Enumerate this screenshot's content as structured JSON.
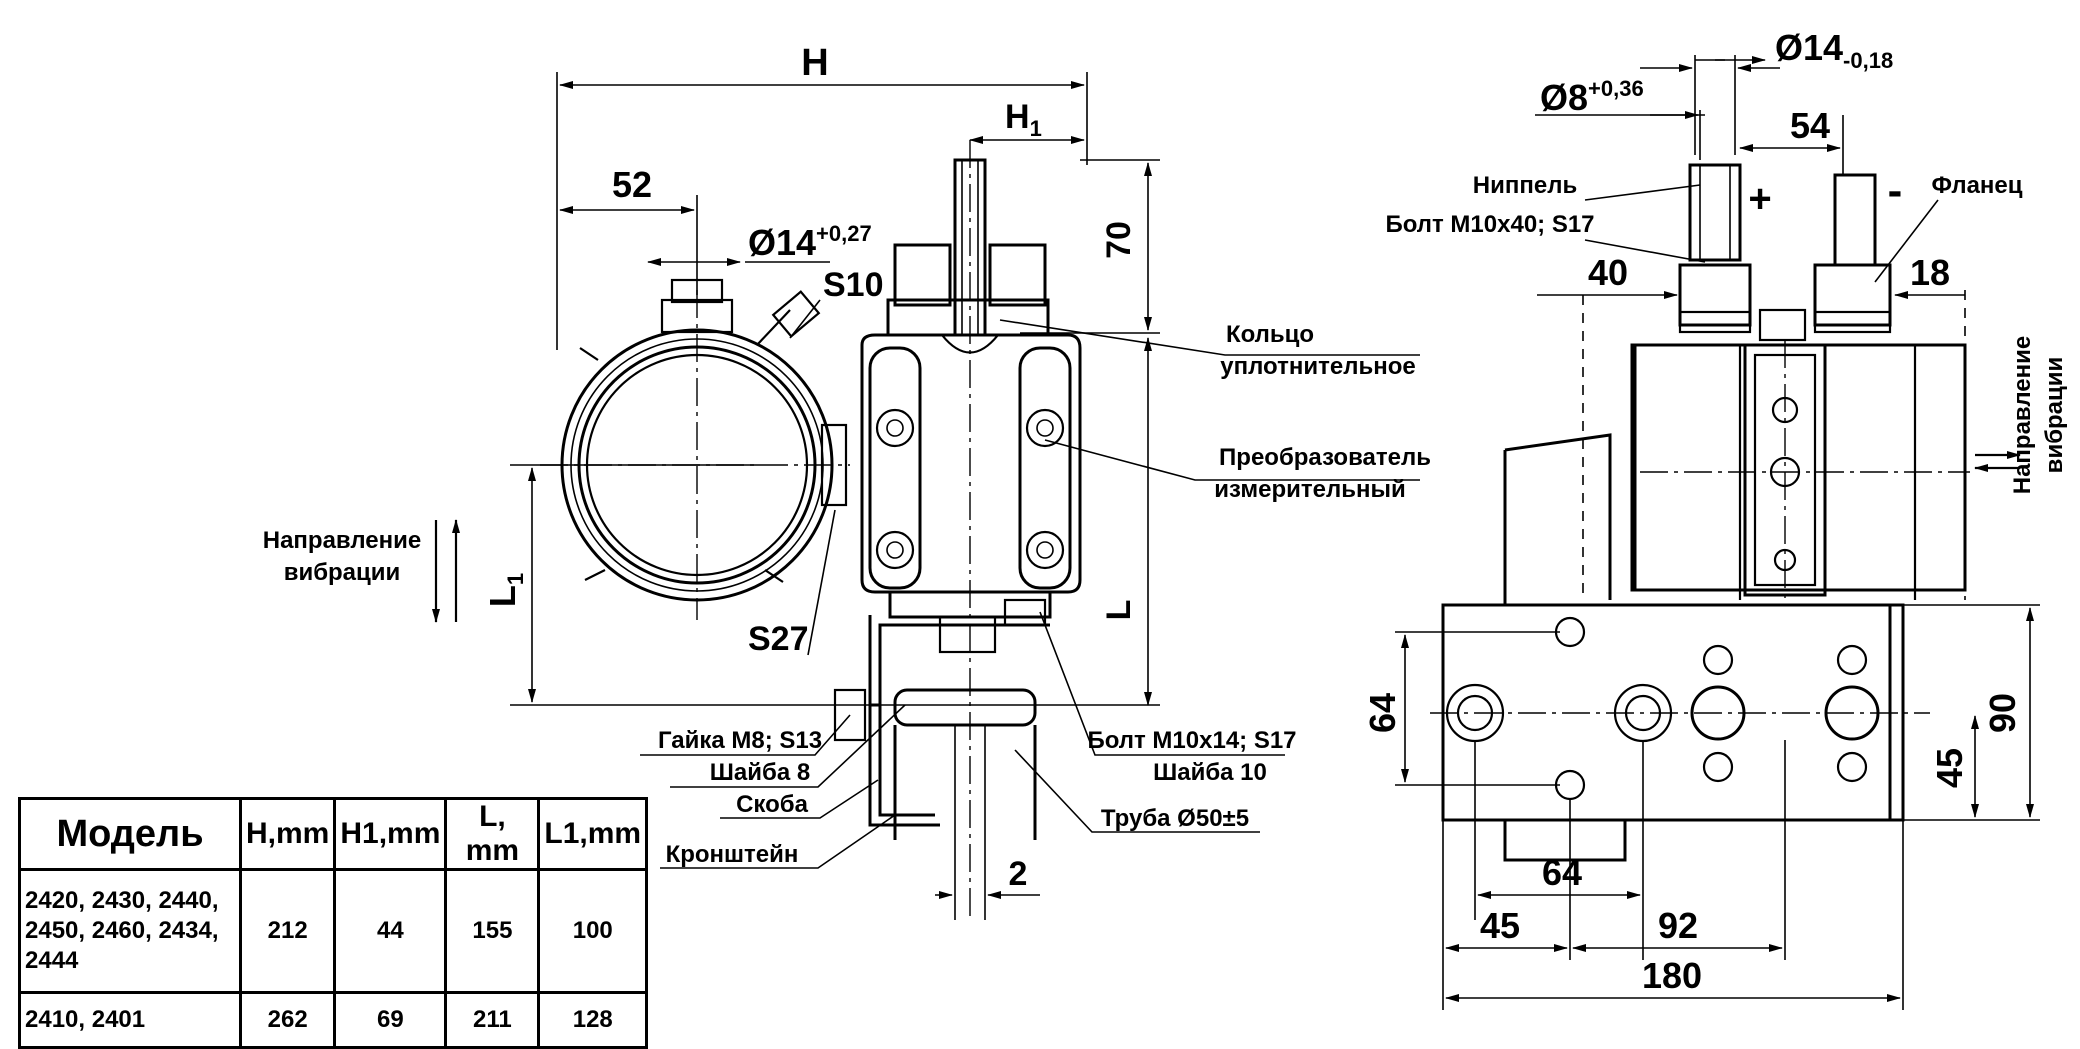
{
  "left_view": {
    "dim_H": "H",
    "dim_H1": "H",
    "dim_H1_sub": "1",
    "dim_52": "52",
    "dim_phi14": "Ø14",
    "dim_phi14_tol": "+0,27",
    "dim_70": "70",
    "dim_S10": "S10",
    "dim_S27": "S27",
    "dim_L": "L",
    "dim_L1": "L",
    "dim_L1_sub": "1",
    "dim_2": "2",
    "vibration_dir_line1": "Направление",
    "vibration_dir_line2": "вибрации",
    "label_ring_line1": "Кольцо",
    "label_ring_line2": "уплотнительное",
    "label_transducer_line1": "Преобразователь",
    "label_transducer_line2": "измерительный",
    "label_nut": "Гайка М8; S13",
    "label_washer8": "Шайба 8",
    "label_clamp": "Скоба",
    "label_bracket": "Кронштейн",
    "label_bolt": "Болт М10х14; S17",
    "label_washer10": "Шайба 10",
    "label_pipe": "Труба Ø50±5"
  },
  "right_view": {
    "dim_phi14": "Ø14",
    "dim_phi14_tol": "-0,18",
    "dim_phi8": "Ø8",
    "dim_phi8_tol": "+0,36",
    "dim_54": "54",
    "dim_40": "40",
    "dim_18": "18",
    "dim_64v": "64",
    "dim_90": "90",
    "dim_45v": "45",
    "dim_64h": "64",
    "dim_45h": "45",
    "dim_92": "92",
    "dim_180": "180",
    "plus": "+",
    "minus": "-",
    "label_nipple": "Ниппель",
    "label_bolt": "Болт М10х40; S17",
    "label_flange": "Фланец",
    "vibration_dir_line1": "Направление",
    "vibration_dir_line2": "вибрации"
  },
  "table": {
    "header_model": "Модель",
    "header_H": "H,mm",
    "header_H1": "H1,mm",
    "header_L": "L, mm",
    "header_L1": "L1,mm",
    "rows": [
      {
        "model": "2420, 2430, 2440, 2450, 2460, 2434, 2444",
        "H": "212",
        "H1": "44",
        "L": "155",
        "L1": "100"
      },
      {
        "model": "2410, 2401",
        "H": "262",
        "H1": "69",
        "L": "211",
        "L1": "128"
      }
    ]
  }
}
